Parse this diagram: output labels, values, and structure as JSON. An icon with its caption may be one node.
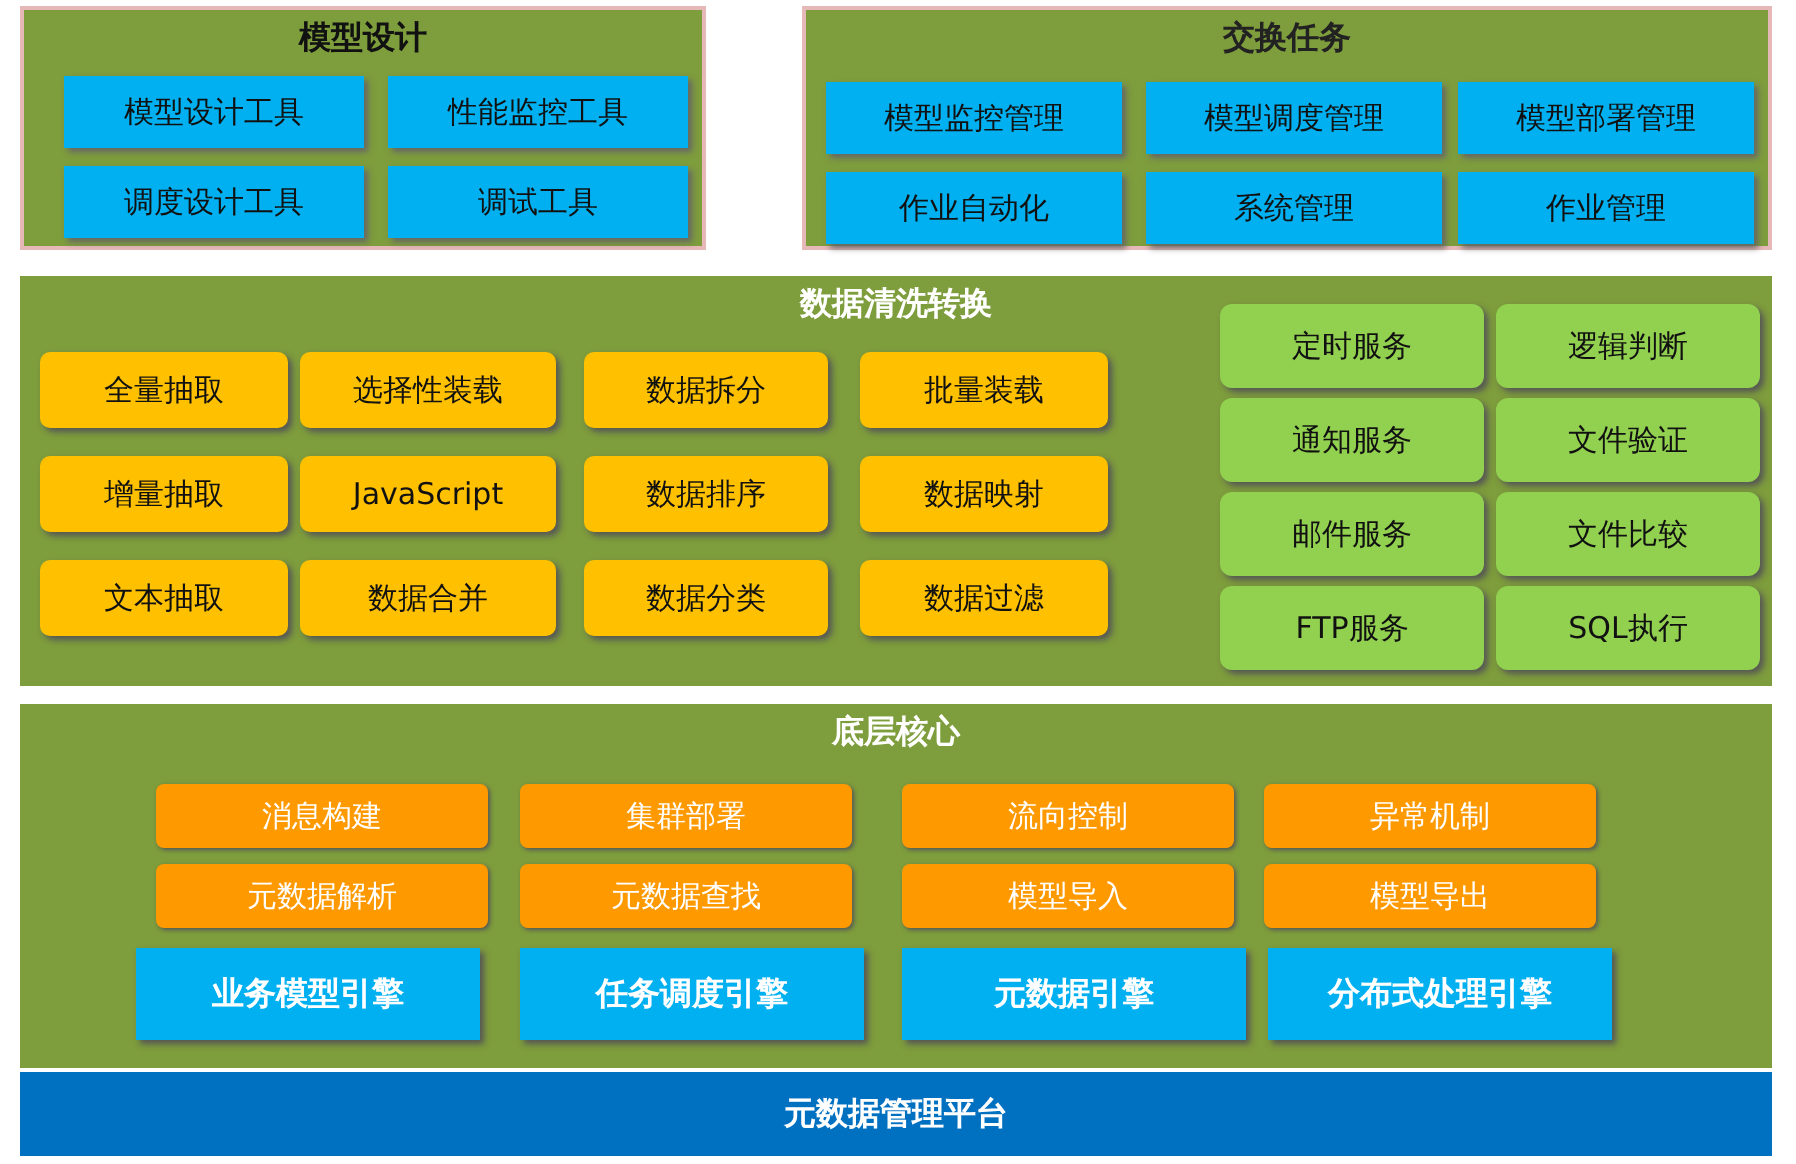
{
  "diagram": {
    "nodes": [
      {
        "text": [
          "模型设计"
        ]
      },
      {
        "text": [
          "模型设计工具"
        ],
        "in": 0
      },
      {
        "text": [
          "性能监控工具"
        ],
        "in": 0
      },
      {
        "text": [
          "调度设计工具"
        ],
        "in": 0
      },
      {
        "text": [
          "调试工具"
        ],
        "in": 0
      },
      {
        "text": [
          "交换任务"
        ]
      },
      {
        "text": [
          "模型监控管理"
        ],
        "in": 5
      },
      {
        "text": [
          "模型调度管理"
        ],
        "in": 5
      },
      {
        "text": [
          "模型部署管理"
        ],
        "in": 5
      },
      {
        "text": [
          "作业自动化"
        ],
        "in": 5
      },
      {
        "text": [
          "系统管理"
        ],
        "in": 5
      },
      {
        "text": [
          "作业管理"
        ],
        "in": 5
      },
      {
        "text": [
          "数据清洗转换"
        ]
      },
      {
        "text": [
          "全量抽取"
        ],
        "in": 12
      },
      {
        "text": [
          "选择性装载"
        ],
        "in": 12
      },
      {
        "text": [
          "数据拆分"
        ],
        "in": 12
      },
      {
        "text": [
          "批量装载"
        ],
        "in": 12
      },
      {
        "text": [
          "增量抽取"
        ],
        "in": 12
      },
      {
        "text": [
          "JavaScript"
        ],
        "in": 12
      },
      {
        "text": [
          "数据排序"
        ],
        "in": 12
      },
      {
        "text": [
          "数据映射"
        ],
        "in": 12
      },
      {
        "text": [
          "文本抽取"
        ],
        "in": 12
      },
      {
        "text": [
          "数据合并"
        ],
        "in": 12
      },
      {
        "text": [
          "数据分类"
        ],
        "in": 12
      },
      {
        "text": [
          "数据过滤"
        ],
        "in": 12
      },
      {
        "text": [
          "定时服务"
        ],
        "in": 12
      },
      {
        "text": [
          "逻辑判断"
        ],
        "in": 12
      },
      {
        "text": [
          "通知服务"
        ],
        "in": 12
      },
      {
        "text": [
          "文件验证"
        ],
        "in": 12
      },
      {
        "text": [
          "邮件服务"
        ],
        "in": 12
      },
      {
        "text": [
          "文件比较"
        ],
        "in": 12
      },
      {
        "text": [
          "FTP服务"
        ],
        "in": 12
      },
      {
        "text": [
          "SQL执行"
        ],
        "in": 12
      },
      {
        "text": [
          "底层核心"
        ]
      },
      {
        "text": [
          "消息构建"
        ],
        "in": 33
      },
      {
        "text": [
          "集群部署"
        ],
        "in": 33
      },
      {
        "text": [
          "流向控制"
        ],
        "in": 33
      },
      {
        "text": [
          "异常机制"
        ],
        "in": 33
      },
      {
        "text": [
          "元数据解析"
        ],
        "in": 33
      },
      {
        "text": [
          "元数据查找"
        ],
        "in": 33
      },
      {
        "text": [
          "模型导入"
        ],
        "in": 33
      },
      {
        "text": [
          "模型导出"
        ],
        "in": 33
      },
      {
        "text": [
          "业务模型引擎"
        ],
        "in": 33
      },
      {
        "text": [
          "任务调度引擎"
        ],
        "in": 33
      },
      {
        "text": [
          "元数据引擎"
        ],
        "in": 33
      },
      {
        "text": [
          "分布式处理引擎"
        ],
        "in": 33
      },
      {
        "text": [
          "元数据管理平台"
        ]
      }
    ]
  }
}
